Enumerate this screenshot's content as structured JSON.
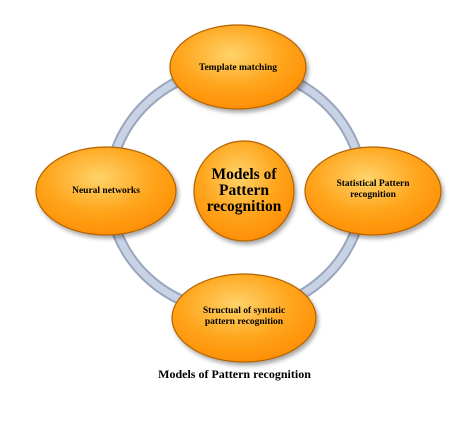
{
  "diagram": {
    "center": {
      "label": "Models of\nPattern\nrecognition"
    },
    "nodes": [
      {
        "id": "top",
        "label": "Template matching"
      },
      {
        "id": "right",
        "label": "Statistical Pattern\nrecognition"
      },
      {
        "id": "bottom",
        "label": "Structual of syntatic\npattern  recognition"
      },
      {
        "id": "left",
        "label": "Neural  networks"
      }
    ],
    "caption": "Models of Pattern recognition"
  },
  "colors": {
    "fill_light": "#ffd36a",
    "fill_mid": "#ffa51c",
    "fill_dark": "#ff8b00",
    "stroke": "#b36200",
    "ring": "#b8c4db"
  }
}
